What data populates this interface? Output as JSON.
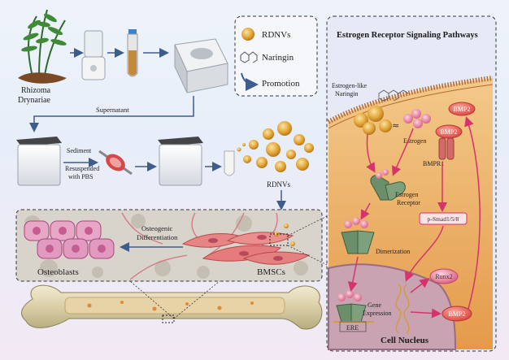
{
  "labels": {
    "rhizoma_line1": "Rhizoma",
    "rhizoma_line2": "Drynariae",
    "supernatant": "Supernatant",
    "sediment": "Sediment",
    "resuspended_line1": "Resuspended",
    "resuspended_line2": "with PBS",
    "rdnvs": "RDNVs",
    "osteogenic_line1": "Osteogenic",
    "osteogenic_line2": "Differentiation",
    "osteoblasts": "Osteoblasts",
    "bmscs": "BMSCs"
  },
  "legend": {
    "rdnvs": "RDNVs",
    "naringin": "Naringin",
    "promotion": "Promotion"
  },
  "pathway": {
    "title": "Estrogen Receptor Signaling Pathways",
    "estrogen_like_line1": "Estrogen-like",
    "estrogen_like_line2": "Naringin",
    "estrogen": "Estrogen",
    "estrogen_receptor_line1": "Estrogen",
    "estrogen_receptor_line2": "Receptor",
    "bmp2_top": "BMP2",
    "bmp2_mid": "BMP2",
    "bmpr1": "BMPR1",
    "psmad": "p-Smad1/5/8",
    "dimerization": "Dimerization",
    "runx2": "Runx2",
    "gene_line1": "Gene",
    "gene_line2": "Expression",
    "ere": "ERE",
    "bmp2_bottom": "BMP2",
    "cell_nucleus": "Cell Nucleus"
  },
  "colors": {
    "arrow_blue": "#3d5d8c",
    "arrow_pink": "#d6336c",
    "vesicle": "#e0a63a",
    "receptor_green": "#6b8f6a",
    "bmp_red": "#e0564e",
    "panel_bg": "#e6e9f6"
  }
}
